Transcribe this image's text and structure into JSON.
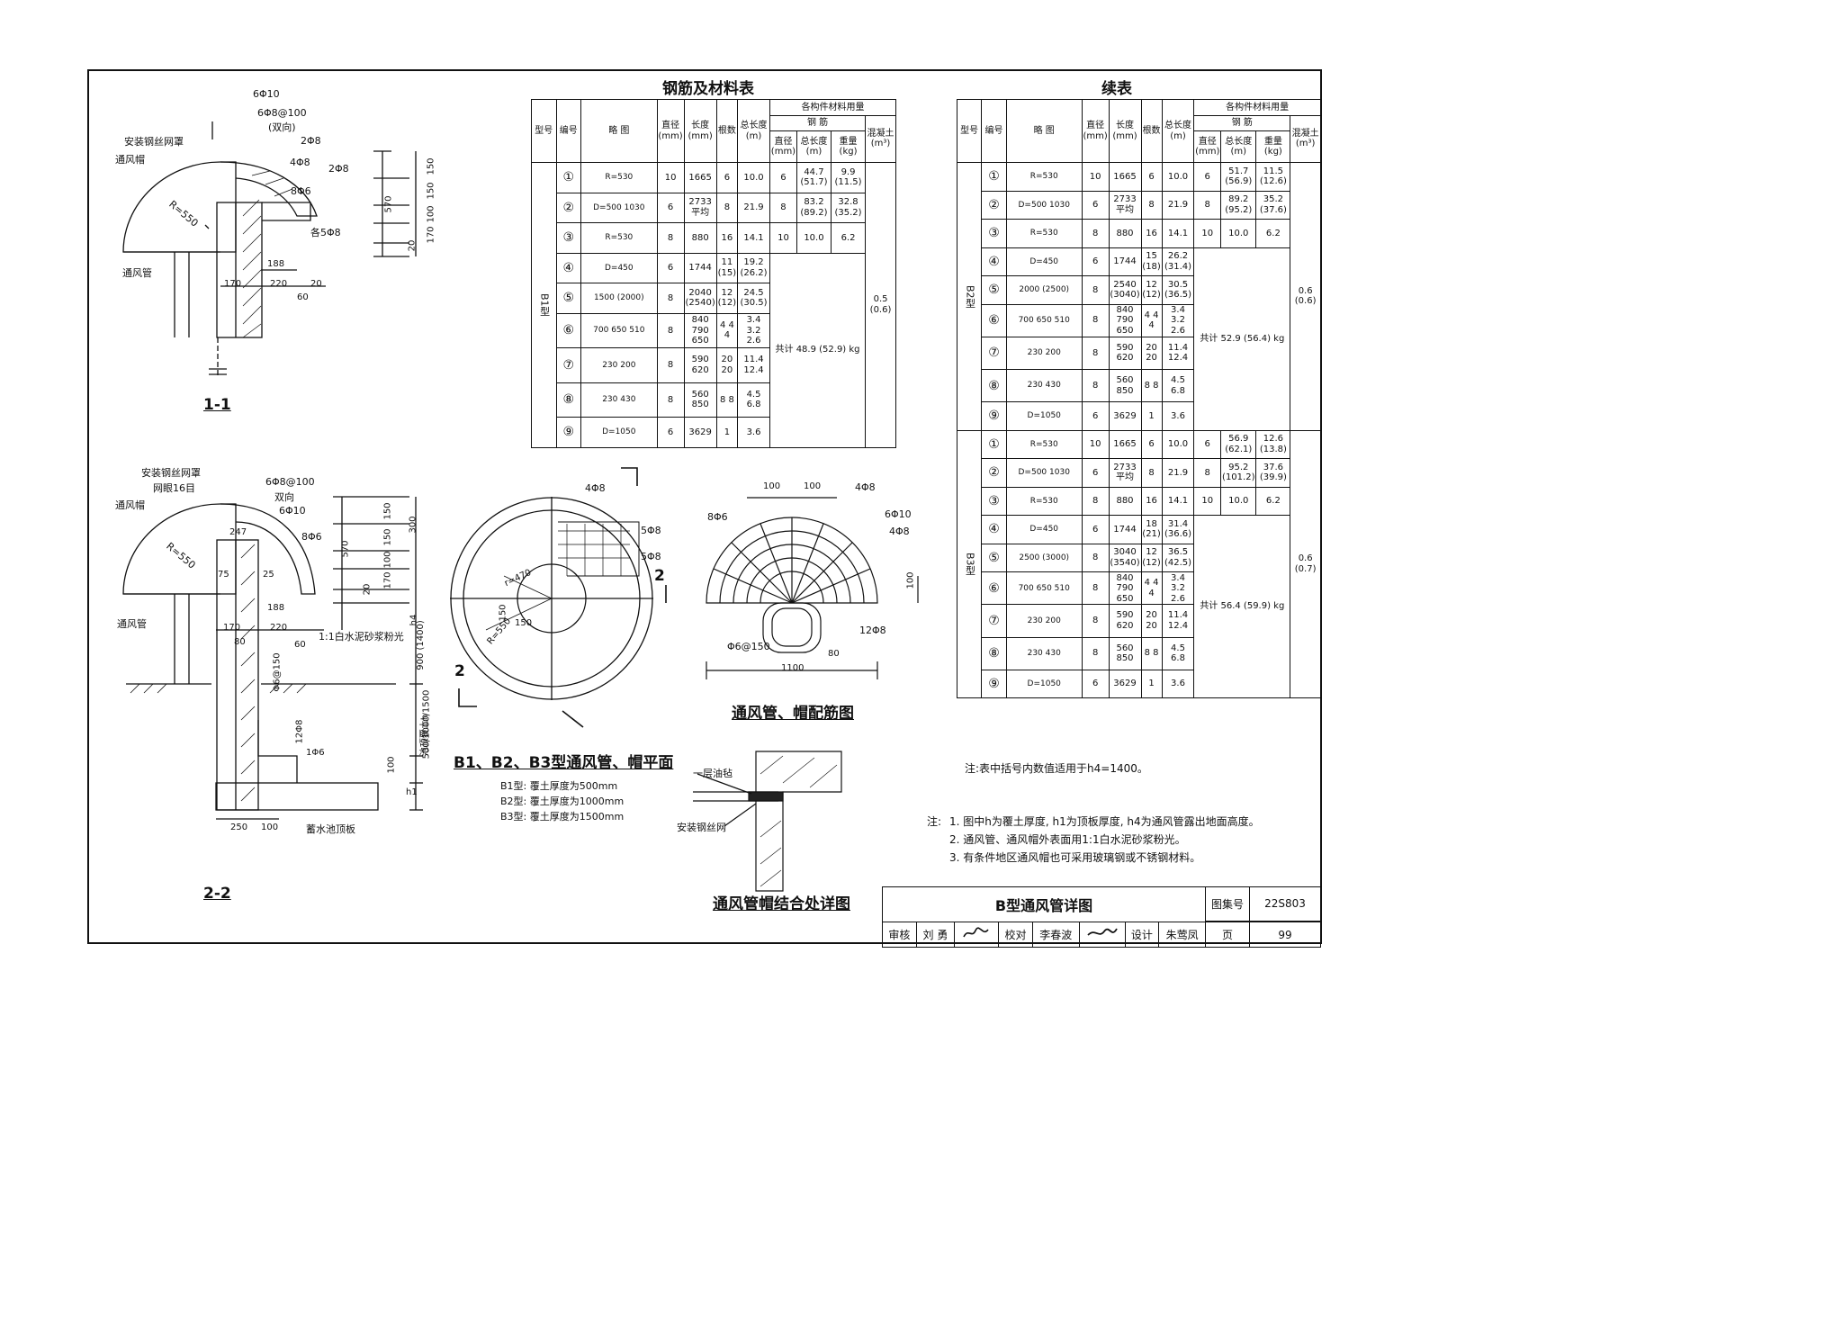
{
  "sheet": {
    "title_block": {
      "drawing_title": "B型通风管详图",
      "atlas_label": "图集号",
      "atlas_no": "22S803",
      "review_label": "审核",
      "reviewer": "刘 勇",
      "check_label": "校对",
      "checker": "李春波",
      "design_label": "设计",
      "designer": "朱莺凤",
      "page_label": "页",
      "page_no": "99"
    },
    "notes_label": "注:",
    "notes": [
      "1. 图中h为覆土厚度, h1为顶板厚度, h4为通风管露出地面高度。",
      "2. 通风管、通风帽外表面用1:1白水泥砂浆粉光。",
      "3. 有条件地区通风帽也可采用玻璃钢或不锈钢材料。"
    ],
    "table_note": "注:表中括号内数值适用于h4=1400。"
  },
  "section_1_1": {
    "label": "1-1",
    "callouts": [
      "6Φ10",
      "6Φ8@100",
      "(双向)",
      "2Φ8",
      "4Φ8",
      "2Φ8",
      "8Φ6",
      "各5Φ8",
      "安装钢丝网罩",
      "通风帽",
      "通风管",
      "R=550"
    ],
    "dims": [
      "150",
      "150",
      "100",
      "170",
      "570",
      "20",
      "188",
      "170",
      "220",
      "20",
      "60"
    ]
  },
  "section_2_2": {
    "label": "2-2",
    "callouts": [
      "安装钢丝网罩",
      "网眼16目",
      "6Φ8@100",
      "双向",
      "6Φ10",
      "8Φ6",
      "通风帽",
      "通风管",
      "R=550",
      "1:1白水泥砂浆粉光",
      "Φ6@150",
      "12Φ8",
      "1Φ6",
      "蓄水池顶板"
    ],
    "dims": [
      "150",
      "150",
      "100",
      "170",
      "570",
      "300",
      "20",
      "247",
      "75",
      "25",
      "188",
      "170",
      "220",
      "80",
      "60",
      "h4",
      "900 (1400)",
      "池顶覆土h",
      "500/1000/1500",
      "100",
      "h1",
      "250",
      "100"
    ]
  },
  "plan": {
    "title": "B1、B2、B3型通风管、帽平面",
    "lines": [
      "B1型: 覆土厚度为500mm",
      "B2型: 覆土厚度为1000mm",
      "B3型: 覆土厚度为1500mm"
    ],
    "callouts": [
      "4Φ8",
      "5Φ8",
      "5Φ8",
      "r=470",
      "R=550",
      "150",
      "150",
      "2",
      "2"
    ]
  },
  "rebar": {
    "title": "通风管、帽配筋图",
    "callouts": [
      "100",
      "100",
      "8Φ6",
      "4Φ8",
      "6Φ10",
      "4Φ8",
      "12Φ8",
      "Φ6@150",
      "80",
      "1100",
      "100"
    ]
  },
  "joint": {
    "title": "通风管帽结合处详图",
    "callouts": [
      "一层油毡",
      "安装钢丝网"
    ]
  },
  "table1": {
    "title": "钢筋及材料表",
    "h_type": "型号",
    "h_no": "编号",
    "h_sketch": "略 图",
    "h_dia": "直径 (mm)",
    "h_len": "长度 (mm)",
    "h_cnt": "根数",
    "h_tot": "总长度 (m)",
    "h_usage": "各构件材料用量",
    "h_steel": "钢 筋",
    "h_sdia": "直径 (mm)",
    "h_slen": "总长度 (m)",
    "h_wt": "重量 (kg)",
    "h_conc": "混凝土 (m³)",
    "groups": [
      {
        "type": "B1型",
        "rows": [
          {
            "no": "1",
            "sk": "R=530",
            "d": "10",
            "l": "1665",
            "n": "6",
            "t": "10.0"
          },
          {
            "no": "2",
            "sk": "D=500 1030",
            "d": "6",
            "l": "2733 平均",
            "n": "8",
            "t": "21.9"
          },
          {
            "no": "3",
            "sk": "R=530",
            "d": "8",
            "l": "880",
            "n": "16",
            "t": "14.1"
          },
          {
            "no": "4",
            "sk": "D=450",
            "d": "6",
            "l": "1744",
            "n": "11 (15)",
            "t": "19.2 (26.2)"
          },
          {
            "no": "5",
            "sk": "1500 (2000)",
            "d": "8",
            "l": "2040 (2540)",
            "n": "12 (12)",
            "t": "24.5 (30.5)"
          },
          {
            "no": "6",
            "sk": "700 650 510",
            "d": "8",
            "l": "840 790 650",
            "n": "4 4 4",
            "t": "3.4 3.2 2.6"
          },
          {
            "no": "7",
            "sk": "230 200",
            "d": "8",
            "l": "590 620",
            "n": "20 20",
            "t": "11.4 12.4"
          },
          {
            "no": "8",
            "sk": "230 430",
            "d": "8",
            "l": "560 850",
            "n": "8 8",
            "t": "4.5 6.8"
          },
          {
            "no": "9",
            "sk": "D=1050",
            "d": "6",
            "l": "3629",
            "n": "1",
            "t": "3.6"
          }
        ],
        "steel": [
          {
            "d": "6",
            "len": "44.7 (51.7)",
            "wt": "9.9 (11.5)"
          },
          {
            "d": "8",
            "len": "83.2 (89.2)",
            "wt": "32.8 (35.2)"
          },
          {
            "d": "10",
            "len": "10.0",
            "wt": "6.2"
          }
        ],
        "total": "共计 48.9 (52.9) kg",
        "conc": "0.5 (0.6)"
      }
    ]
  },
  "table2": {
    "title": "续表",
    "groups": [
      {
        "type": "B2型",
        "rows": [
          {
            "no": "1",
            "sk": "R=530",
            "d": "10",
            "l": "1665",
            "n": "6",
            "t": "10.0"
          },
          {
            "no": "2",
            "sk": "D=500 1030",
            "d": "6",
            "l": "2733 平均",
            "n": "8",
            "t": "21.9"
          },
          {
            "no": "3",
            "sk": "R=530",
            "d": "8",
            "l": "880",
            "n": "16",
            "t": "14.1"
          },
          {
            "no": "4",
            "sk": "D=450",
            "d": "6",
            "l": "1744",
            "n": "15 (18)",
            "t": "26.2 (31.4)"
          },
          {
            "no": "5",
            "sk": "2000 (2500)",
            "d": "8",
            "l": "2540 (3040)",
            "n": "12 (12)",
            "t": "30.5 (36.5)"
          },
          {
            "no": "6",
            "sk": "700 650 510",
            "d": "8",
            "l": "840 790 650",
            "n": "4 4 4",
            "t": "3.4 3.2 2.6"
          },
          {
            "no": "7",
            "sk": "230 200",
            "d": "8",
            "l": "590 620",
            "n": "20 20",
            "t": "11.4 12.4"
          },
          {
            "no": "8",
            "sk": "230 430",
            "d": "8",
            "l": "560 850",
            "n": "8 8",
            "t": "4.5 6.8"
          },
          {
            "no": "9",
            "sk": "D=1050",
            "d": "6",
            "l": "3629",
            "n": "1",
            "t": "3.6"
          }
        ],
        "steel": [
          {
            "d": "6",
            "len": "51.7 (56.9)",
            "wt": "11.5 (12.6)"
          },
          {
            "d": "8",
            "len": "89.2 (95.2)",
            "wt": "35.2 (37.6)"
          },
          {
            "d": "10",
            "len": "10.0",
            "wt": "6.2"
          }
        ],
        "total": "共计 52.9 (56.4) kg",
        "conc": "0.6 (0.6)"
      },
      {
        "type": "B3型",
        "rows": [
          {
            "no": "1",
            "sk": "R=530",
            "d": "10",
            "l": "1665",
            "n": "6",
            "t": "10.0"
          },
          {
            "no": "2",
            "sk": "D=500 1030",
            "d": "6",
            "l": "2733 平均",
            "n": "8",
            "t": "21.9"
          },
          {
            "no": "3",
            "sk": "R=530",
            "d": "8",
            "l": "880",
            "n": "16",
            "t": "14.1"
          },
          {
            "no": "4",
            "sk": "D=450",
            "d": "6",
            "l": "1744",
            "n": "18 (21)",
            "t": "31.4 (36.6)"
          },
          {
            "no": "5",
            "sk": "2500 (3000)",
            "d": "8",
            "l": "3040 (3540)",
            "n": "12 (12)",
            "t": "36.5 (42.5)"
          },
          {
            "no": "6",
            "sk": "700 650 510",
            "d": "8",
            "l": "840 790 650",
            "n": "4 4 4",
            "t": "3.4 3.2 2.6"
          },
          {
            "no": "7",
            "sk": "230 200",
            "d": "8",
            "l": "590 620",
            "n": "20 20",
            "t": "11.4 12.4"
          },
          {
            "no": "8",
            "sk": "230 430",
            "d": "8",
            "l": "560 850",
            "n": "8 8",
            "t": "4.5 6.8"
          },
          {
            "no": "9",
            "sk": "D=1050",
            "d": "6",
            "l": "3629",
            "n": "1",
            "t": "3.6"
          }
        ],
        "steel": [
          {
            "d": "6",
            "len": "56.9 (62.1)",
            "wt": "12.6 (13.8)"
          },
          {
            "d": "8",
            "len": "95.2 (101.2)",
            "wt": "37.6 (39.9)"
          },
          {
            "d": "10",
            "len": "10.0",
            "wt": "6.2"
          }
        ],
        "total": "共计 56.4 (59.9) kg",
        "conc": "0.6 (0.7)"
      }
    ]
  }
}
